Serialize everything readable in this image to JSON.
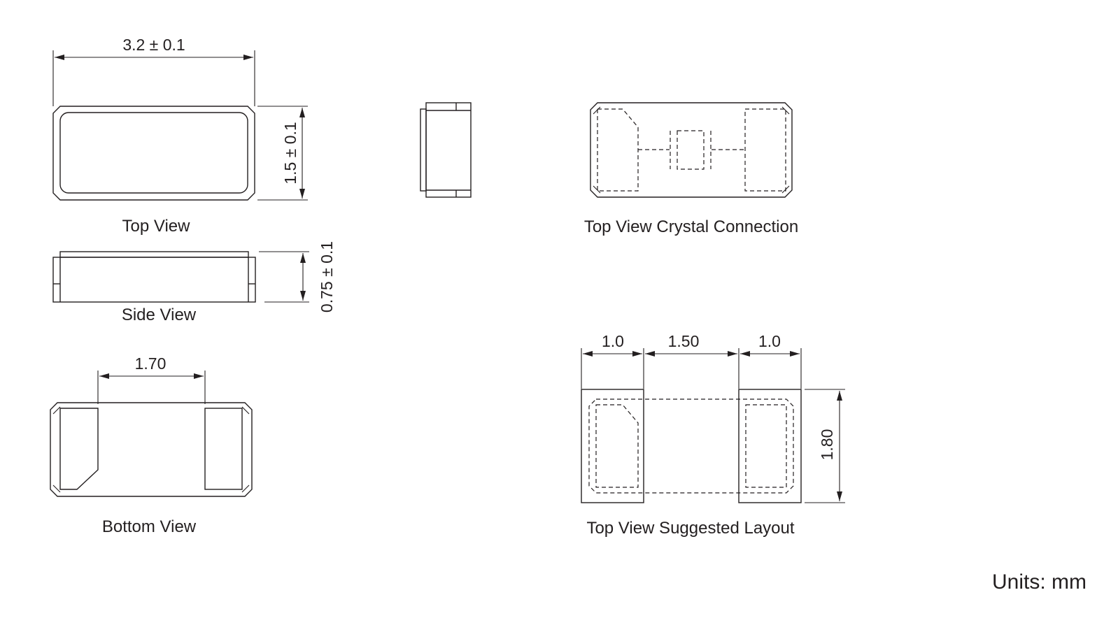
{
  "views": {
    "top": "Top View",
    "side": "Side View",
    "bottom": "Bottom View",
    "crystal": "Top View Crystal Connection",
    "layout": "Top View Suggested Layout"
  },
  "dimensions": {
    "length": "3.2 ± 0.1",
    "width": "1.5 ± 0.1",
    "height": "0.75 ± 0.1",
    "pad_gap_bottom": "1.70",
    "layout_pad_left": "1.0",
    "layout_gap": "1.50",
    "layout_pad_right": "1.0",
    "layout_height": "1.80"
  },
  "units": "Units: mm",
  "colors": {
    "line": "#231f20",
    "background": "#ffffff"
  }
}
